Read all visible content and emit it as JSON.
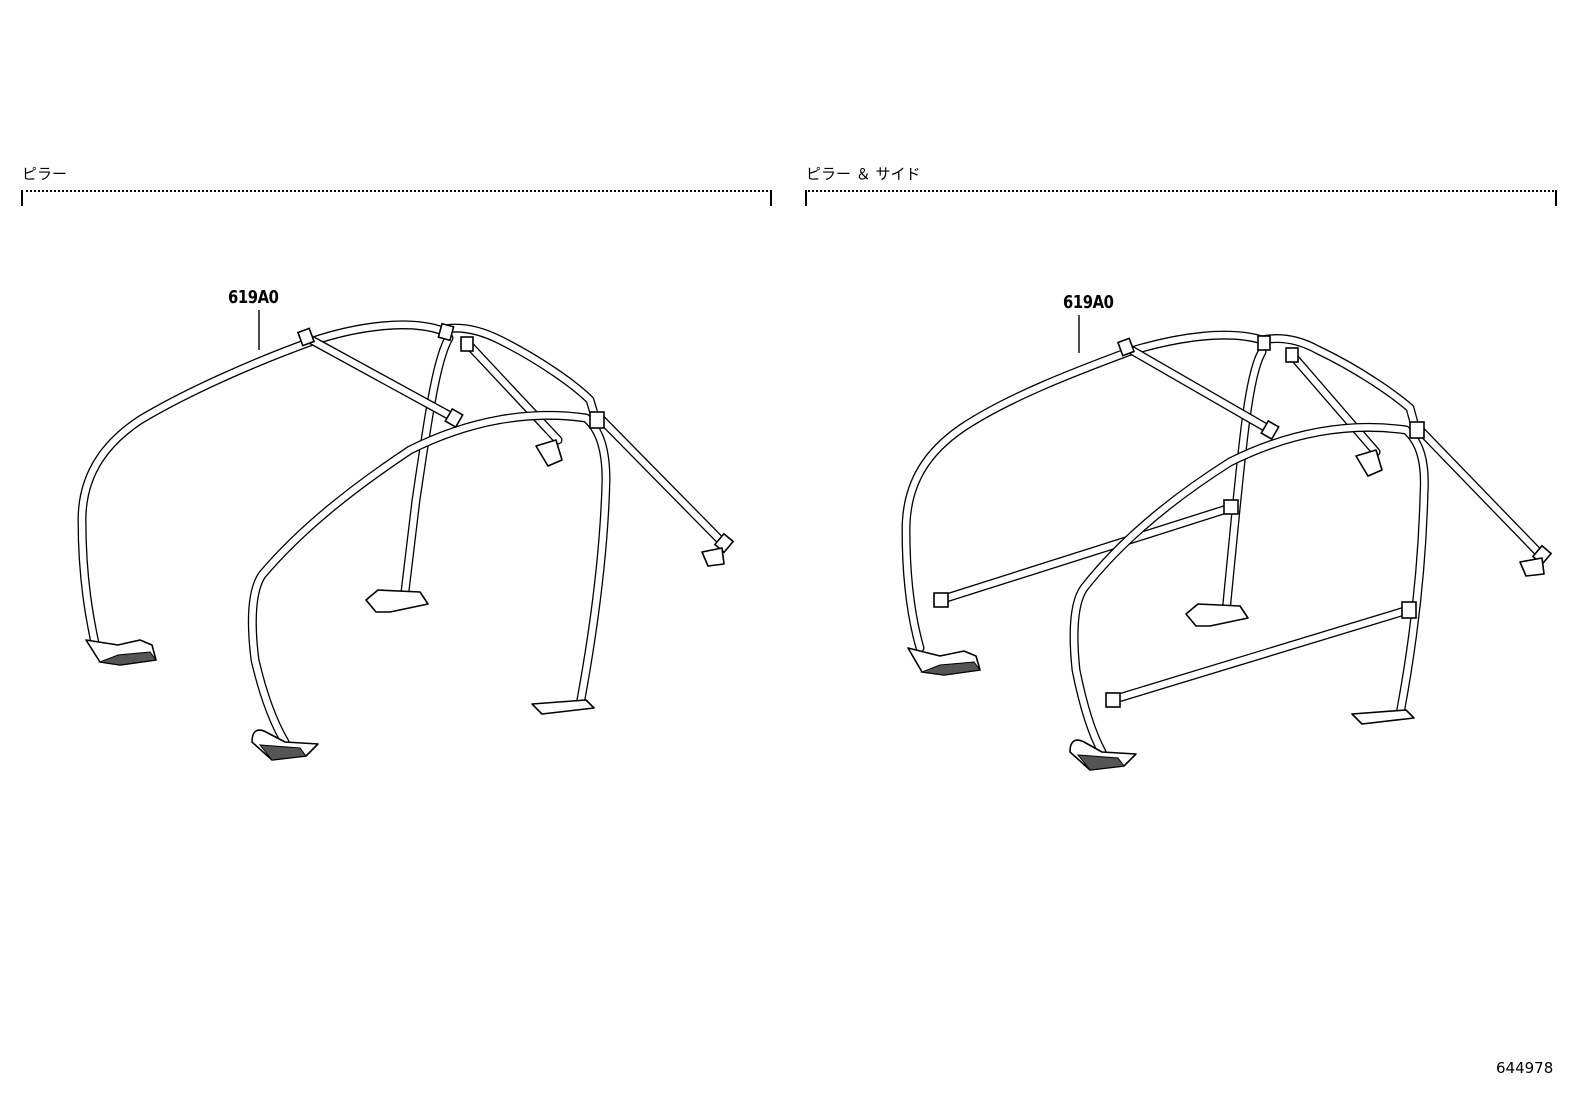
{
  "panels": [
    {
      "title": "ピラー",
      "part_number": "619A0"
    },
    {
      "title": "ピラー ＆ サイド",
      "part_number": "619A0"
    }
  ],
  "figure_id": "644978"
}
